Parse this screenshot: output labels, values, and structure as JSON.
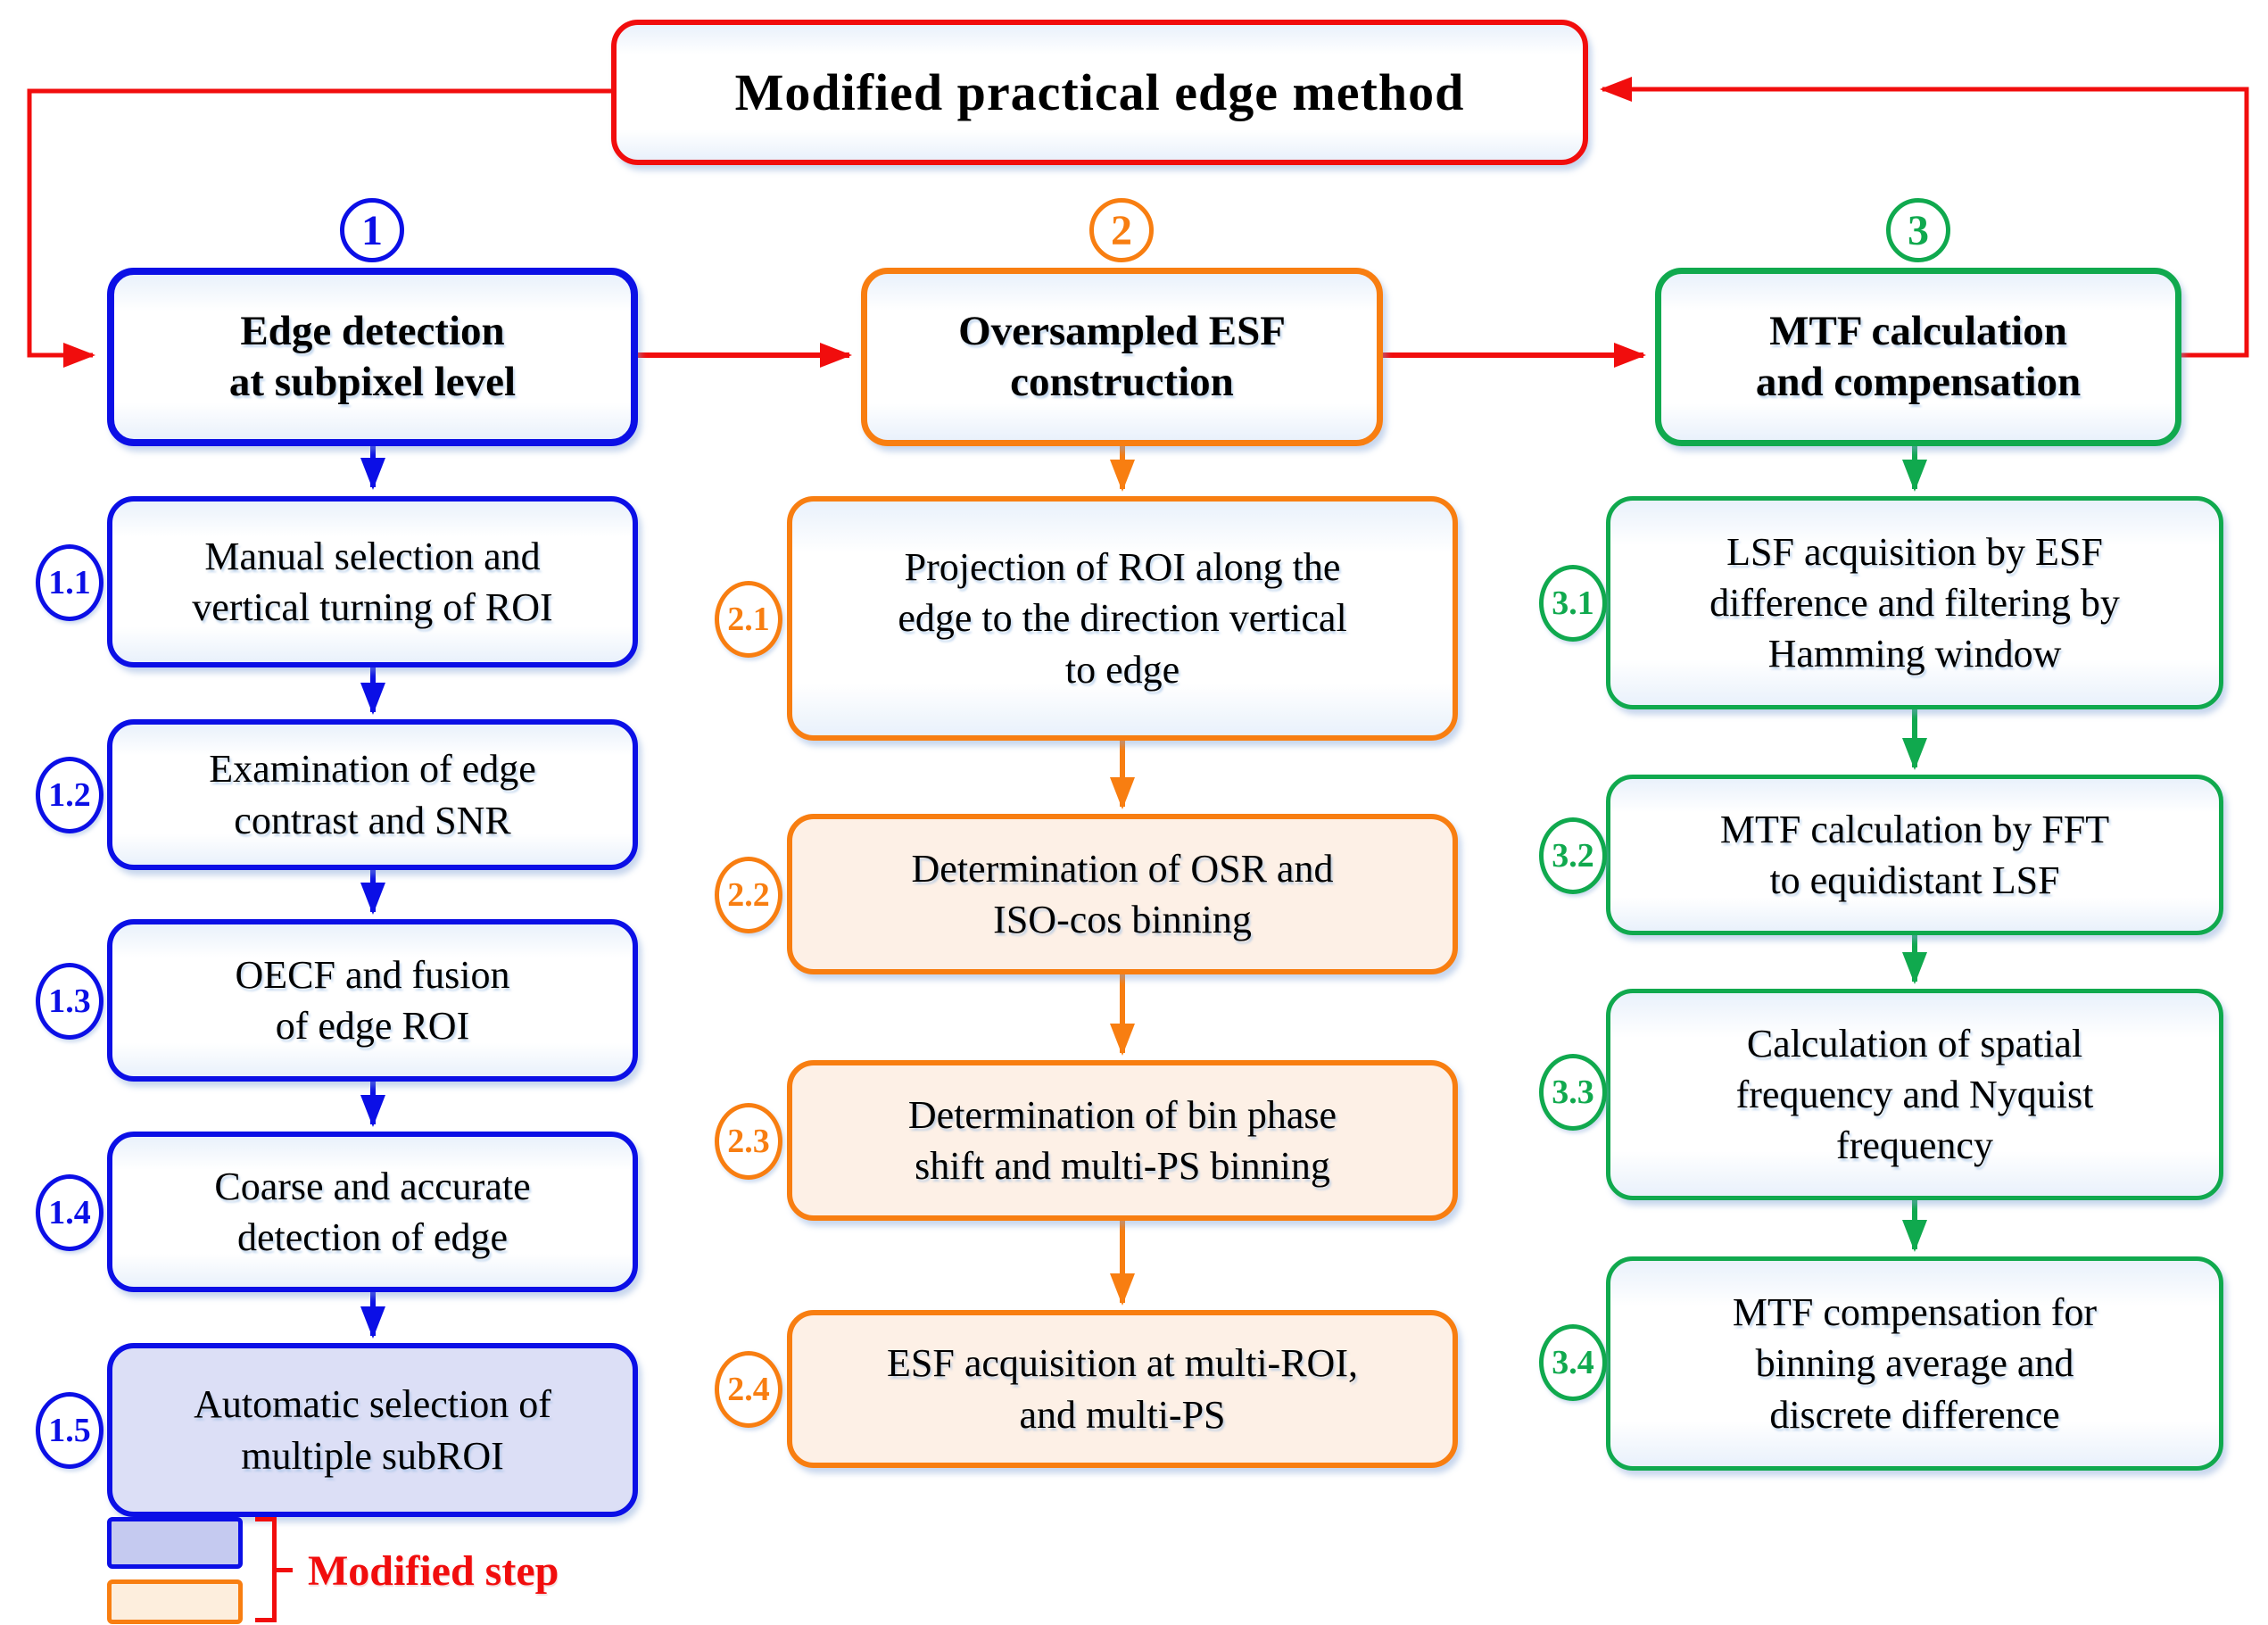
{
  "title": "Modified practical edge method",
  "legend": {
    "label": "Modified step"
  },
  "theme": {
    "red": "#f10d0d",
    "blue": "#0b0fe6",
    "orange": "#f87e11",
    "green": "#10a94e",
    "modified_blue_fill": "#dcdff6",
    "modified_orange_fill": "#fdf0e6",
    "legend_blue_fill": "#c5caf0",
    "legend_orange_fill": "#fdeedd"
  },
  "columns": [
    {
      "number": "1",
      "header_lines": [
        "Edge detection",
        "at subpixel level"
      ],
      "steps": [
        {
          "label": "1.1",
          "lines": [
            "Manual selection and",
            "vertical turning of ROI"
          ],
          "modified": false
        },
        {
          "label": "1.2",
          "lines": [
            "Examination of edge",
            "contrast and SNR"
          ],
          "modified": false
        },
        {
          "label": "1.3",
          "lines": [
            "OECF and fusion",
            "of edge ROI"
          ],
          "modified": false
        },
        {
          "label": "1.4",
          "lines": [
            "Coarse and accurate",
            "detection of edge"
          ],
          "modified": false
        },
        {
          "label": "1.5",
          "lines": [
            "Automatic selection of",
            "multiple subROI"
          ],
          "modified": true
        }
      ]
    },
    {
      "number": "2",
      "header_lines": [
        "Oversampled ESF",
        "construction"
      ],
      "steps": [
        {
          "label": "2.1",
          "lines": [
            "Projection of ROI along the",
            "edge to the direction vertical",
            "to edge"
          ],
          "modified": false
        },
        {
          "label": "2.2",
          "lines": [
            "Determination of OSR and",
            "ISO-cos binning"
          ],
          "modified": true
        },
        {
          "label": "2.3",
          "lines": [
            "Determination of bin phase",
            "shift and multi-PS binning"
          ],
          "modified": true
        },
        {
          "label": "2.4",
          "lines": [
            "ESF acquisition at multi-ROI,",
            "and multi-PS"
          ],
          "modified": true
        }
      ]
    },
    {
      "number": "3",
      "header_lines": [
        "MTF calculation",
        "and compensation"
      ],
      "steps": [
        {
          "label": "3.1",
          "lines": [
            "LSF acquisition by ESF",
            "difference and filtering by",
            "Hamming window"
          ],
          "modified": false
        },
        {
          "label": "3.2",
          "lines": [
            "MTF calculation by FFT",
            "to equidistant LSF"
          ],
          "modified": false
        },
        {
          "label": "3.3",
          "lines": [
            "Calculation of spatial",
            "frequency and Nyquist",
            "frequency"
          ],
          "modified": false
        },
        {
          "label": "3.4",
          "lines": [
            "MTF compensation for",
            "binning average and",
            "discrete difference"
          ],
          "modified": false
        }
      ]
    }
  ]
}
